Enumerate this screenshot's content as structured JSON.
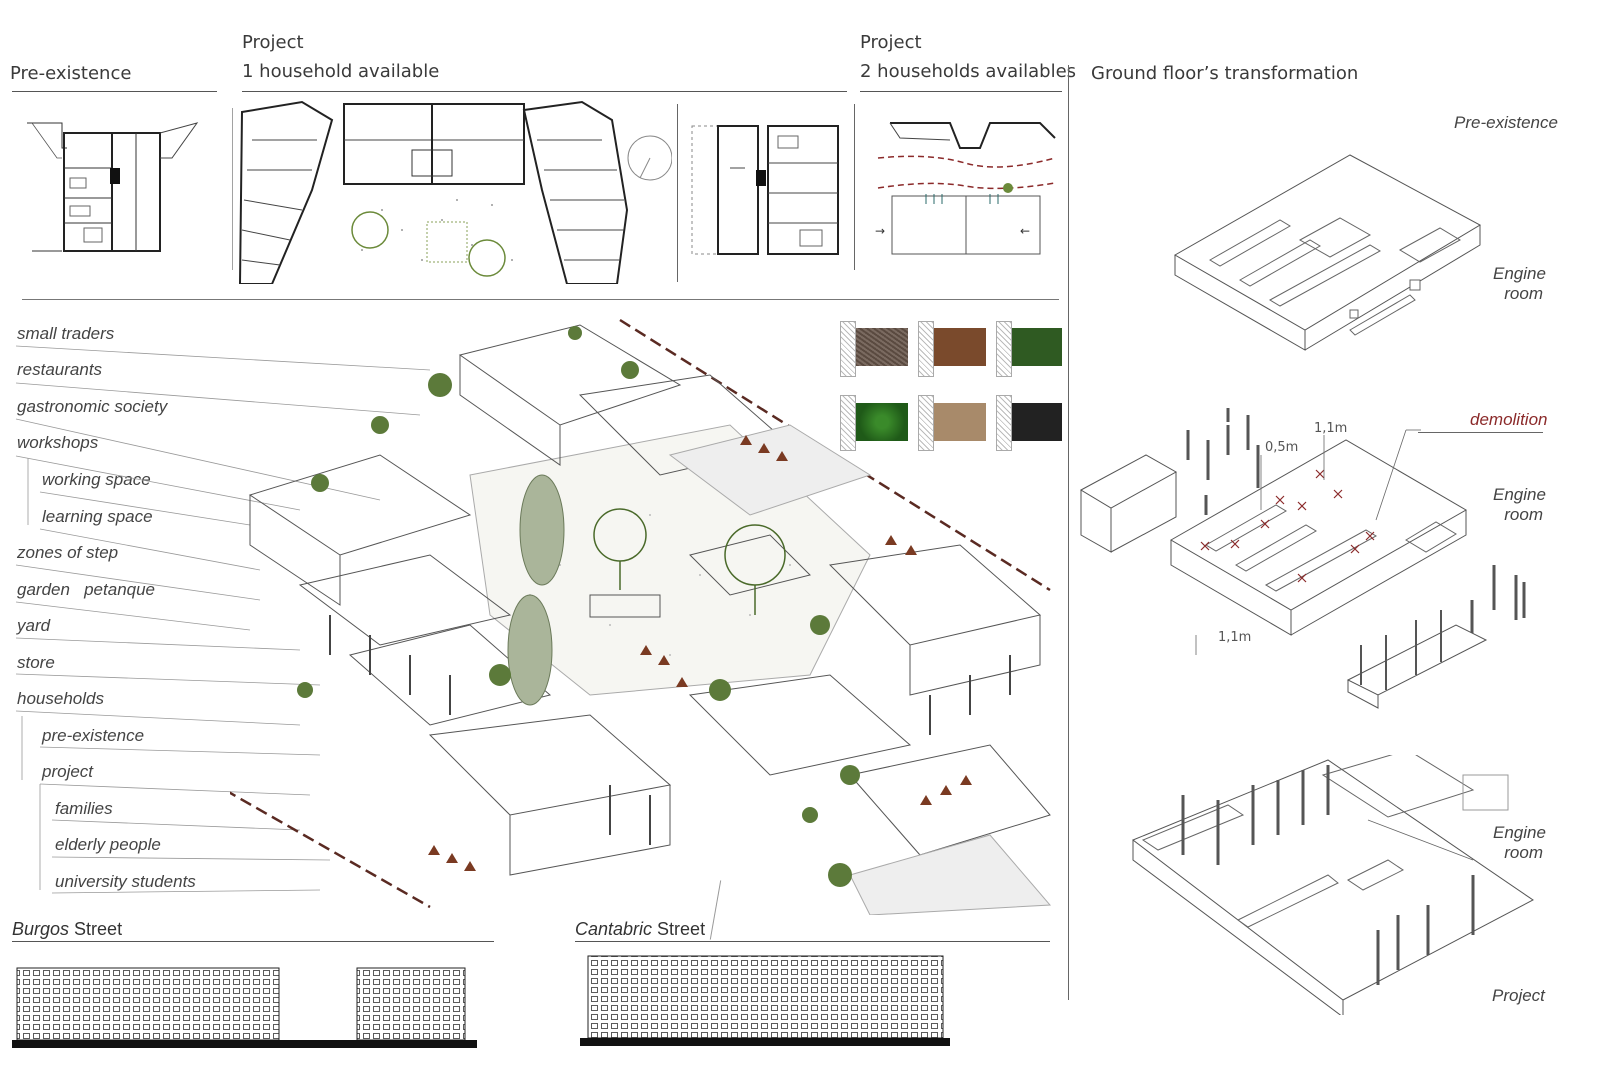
{
  "headers": {
    "pre_existence": "Pre-existence",
    "project_1_title": "Project",
    "project_1_sub": "1 household available",
    "project_2_title": "Project",
    "project_2_sub": "2 households availables",
    "ground_floor": "Ground floor’s transformation"
  },
  "legend": [
    "small traders",
    "restaurants",
    "gastronomic society",
    "workshops",
    "working space",
    "learning space",
    "zones of step",
    "garden   petanque",
    "yard",
    "store",
    "households",
    "pre-existence",
    "project",
    "families",
    "elderly people",
    "university students"
  ],
  "streets": {
    "burgos_name": "Burgos",
    "burgos_suffix": " Street",
    "cantabric_name": "Cantabric",
    "cantabric_suffix": " Street"
  },
  "transformation": {
    "pre_label": "Pre-existence",
    "engine_line1": "Engine",
    "engine_line2": "room",
    "demolition": "demolition",
    "dim_05": "0,5m",
    "dim_11a": "1,1m",
    "dim_11b": "1,1m",
    "project_label": "Project"
  },
  "colors": {
    "accent_red": "#8b2a2a",
    "tree_green": "#5c7a3a",
    "dash_brown": "#5a2a22"
  }
}
